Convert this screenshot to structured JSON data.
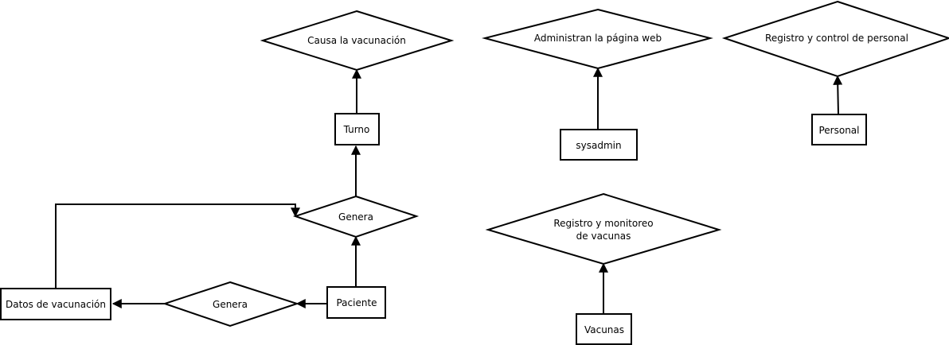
{
  "diagram": {
    "relationships": {
      "causa_vacunacion": "Causa la vacunación",
      "administran_web": "Administran la página web",
      "registro_personal": "Registro y control de personal",
      "genera_turno": "Genera",
      "genera_datos": "Genera",
      "registro_vacunas_line1": "Registro y monitoreo",
      "registro_vacunas_line2": "de vacunas"
    },
    "entities": {
      "turno": "Turno",
      "sysadmin": "sysadmin",
      "personal": "Personal",
      "datos_vacunacion": "Datos de vacunación",
      "paciente": "Paciente",
      "vacunas": "Vacunas"
    }
  }
}
